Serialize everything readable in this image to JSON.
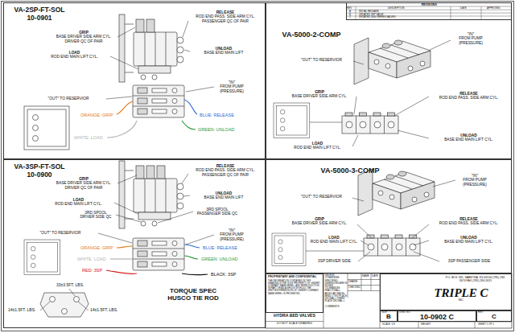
{
  "diagram": {
    "nodes": [
      {
        "text": [
          "VA-2SP-FT-SOL 10-0901"
        ]
      },
      {
        "text": [
          "VA-5000-2-COMP"
        ]
      },
      {
        "text": [
          "REVISIONS"
        ],
        "in": 1
      },
      {
        "text": [
          "VA-3SP-FT-SOL 10-0900"
        ]
      },
      {
        "text": [
          "VA-5000-3-COMP"
        ]
      },
      {
        "text": [
          "PROPRIETARY AND CONFIDENTIAL",
          "THE INFORMATION CONTAINED IN THIS DRAWING IS THE SOLE PROPERTY OF <INSERT COMPANY NAME HERE>. ANY REPRODUCTION IN PART OR AS A WHOLE WITHOUT THE WRITTEN PERMISSION OF <INSERT COMPANY NAME HERE> IS PROHIBITED."
        ]
      },
      {
        "text": [
          "P.O. BOX 285, SABETHA, KS 66534 (785) 284-3674 FAX (785) 284-3031",
          "TRIPLE C",
          "INC."
        ]
      },
      {
        "text": [
          "SIZE",
          "B"
        ]
      },
      {
        "text": [
          "DWG. NO.",
          "10-0902 C"
        ]
      },
      {
        "text": [
          "REV",
          "C"
        ]
      }
    ],
    "labels": [
      "RELEASE",
      "ROD END PASS. SIDE ARM CYL. PASSENGER QC OF PAIR",
      "GRIP",
      "BASE DRIVER SIDE ARM CYL. DRIVER QC OF PAIR",
      "UNLOAD",
      "BASE END MAIN LIFT",
      "LOAD",
      "ROD END MAIN LIFT CYL.",
      "\"OUT\" TO RESERVIOR",
      "\"IN\"",
      "FROM PUMP (PRESSURE)",
      "ORANGE: GRIP",
      "WHITE: LOAD",
      "BLUE: RELEASE",
      "GREEN: UNLOAD",
      "\"OUT\" TO RESERVIOR",
      "\"IN\"",
      "FROM PUMP (PRESSURE)",
      "GRIP",
      "BASE DRIVER SIDE ARM CYL.",
      "RELEASE",
      "ROD END PASS. SIDE ARM CYL.",
      "LOAD",
      "ROD END MAIN LIFT CYL.",
      "UNLOAD",
      "BASE END MAIN LIFT CYL.",
      "REV",
      "DESCRIPTION",
      "DATE",
      "APPROVED",
      "A",
      "INITIAL RELEASE",
      "B",
      "UPDATED 3SP VALVE",
      "C",
      "UPDATED 5000 SERIES VALVES",
      "RELEASE",
      "ROD END PASS. SIDE ARM CYL. PASSENGER QC OF PAIR",
      "GRIP",
      "BASE DRIVER SIDE ARM CYL. DRIVER QC OF PAIR",
      "LOAD",
      "ROD END MAIN LIFT CYL.",
      "UNLOAD",
      "BASE END MAIN LIFT",
      "3RD SPOOL DRIVER SIDE QC",
      "3RD SPOOL PASSENGER SIDE QC",
      "\"OUT\" TO RESERVIOR",
      "\"IN\"",
      "FROM PUMP (PRESSURE)",
      "ORANGE: GRIP",
      "WHITE: LOAD",
      "RED: 3SP",
      "BLUE: RELEASE",
      "GREEN: UNLOAD",
      "BLACK: 3SP",
      "TORQUE SPEC",
      "HUSCO TIE ROD",
      "33±3.5FT. LBS.",
      "14±1.5FT. LBS.",
      "14±1.5FT. LBS.",
      "\"IN\"",
      "FROM PUMP (PRESSURE)",
      "\"OUT\" TO RESERVIOR",
      "GRIP",
      "BASE DRIVER SIDE ARM CYL.",
      "RELEASE",
      "ROD END PASS. SIDE ARM CYL.",
      "LOAD",
      "ROD END MAIN LIFT CYL.",
      "UNLOAD",
      "BASE END MAIN LIFT CYL.",
      "3SP DRIVER SIDE",
      "3SP PASSENGER SIDE",
      "UNLESS OTHERWISE SPECIFIED:",
      "DIMENSIONS ARE IN INCHES TOLERANCES: FRACTIONAL± ANGULAR: MACH± BEND ± TWO PLACE DECIMAL ± THREE PLACE DECIMAL ±",
      "NAME",
      "DATE",
      "DRAWN",
      "CHECKED",
      "COMMENTS:",
      "HYDRA BED VALVES",
      "DO NOT SCALE DRAWING",
      "SCALE: 1:8",
      "WEIGHT:",
      "SHEET 1 OF 1"
    ]
  }
}
